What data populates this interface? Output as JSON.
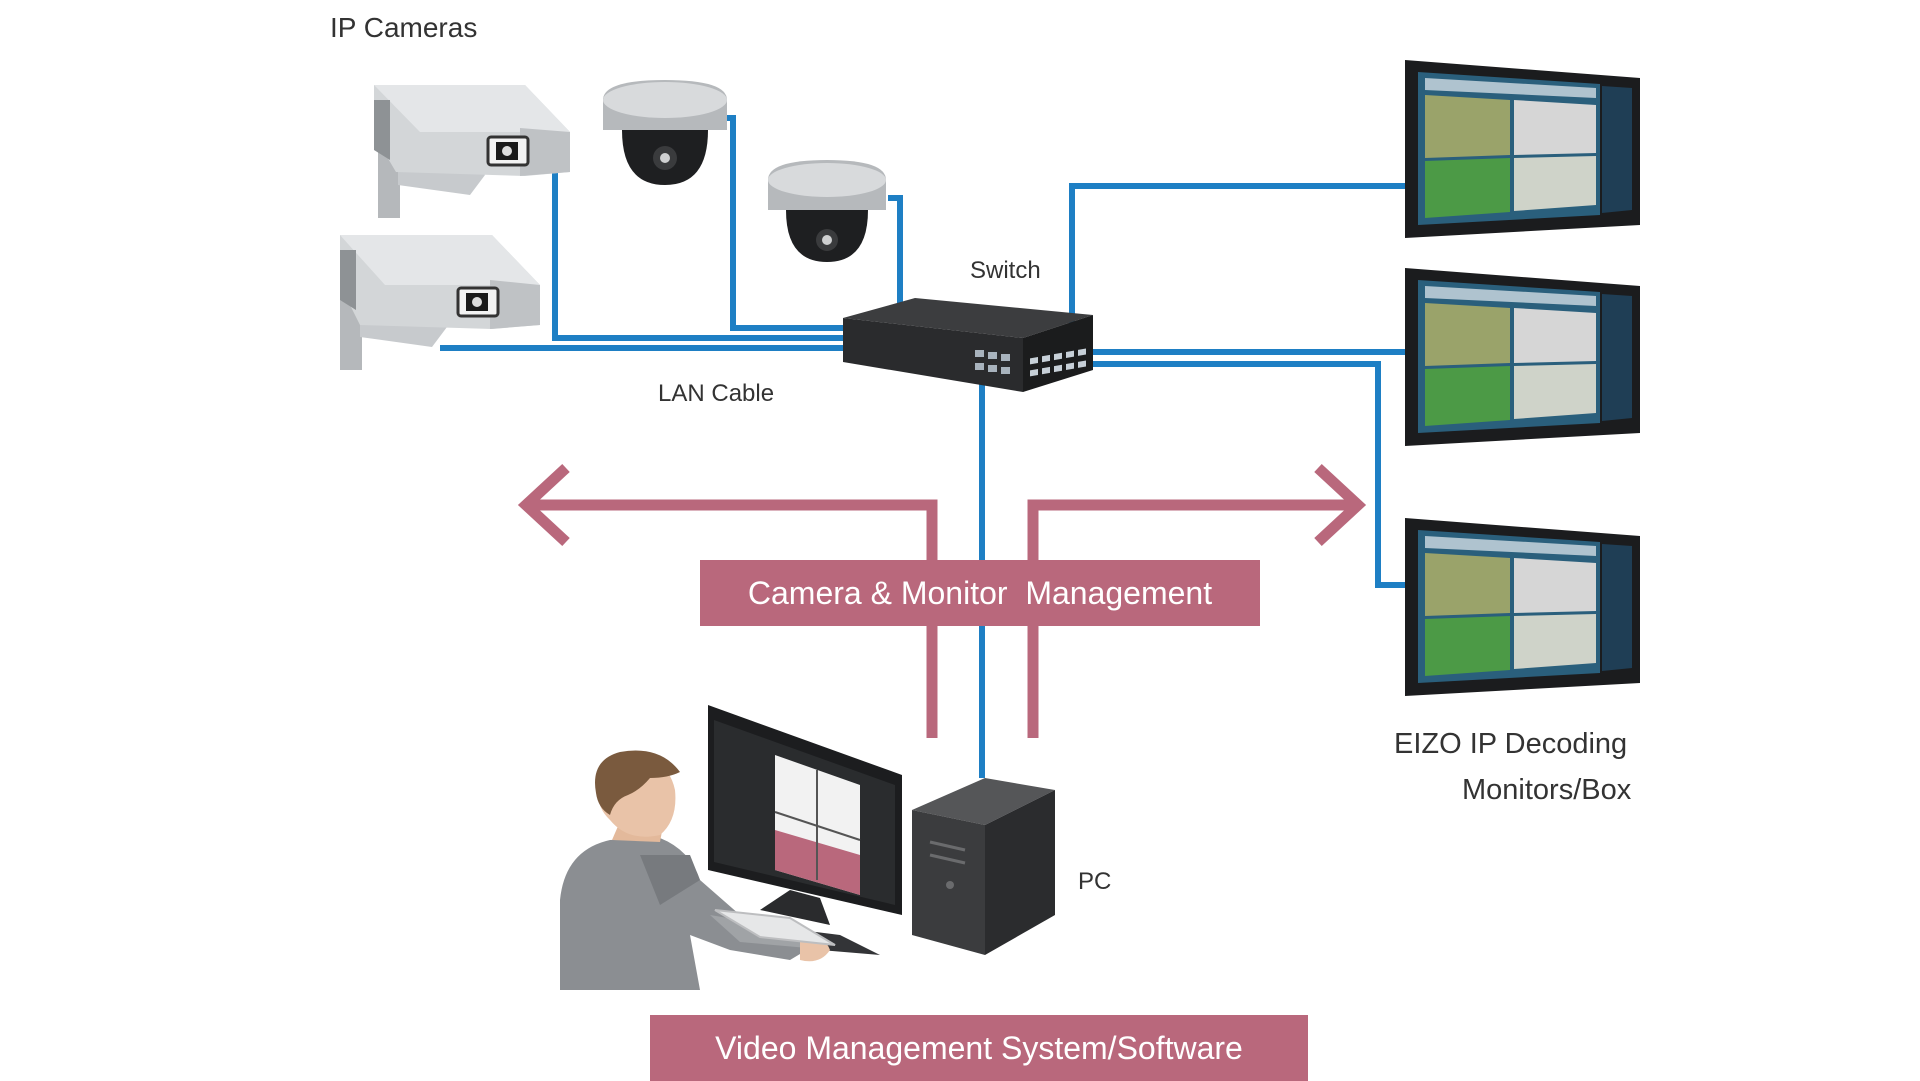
{
  "labels": {
    "ip_cameras": "IP Cameras",
    "switch": "Switch",
    "lan_cable": "LAN Cable",
    "pc": "PC",
    "eizo_line1": "EIZO IP Decoding",
    "eizo_line2": "Monitors/Box"
  },
  "banners": {
    "management": "Camera & Monitor  Management",
    "vms": "Video Management System/Software"
  },
  "colors": {
    "cable": "#1e7fc4",
    "management": "#b9687c",
    "background": "#ffffff"
  },
  "icons": {
    "box_camera_1": "box-camera-icon",
    "box_camera_2": "box-camera-icon",
    "dome_camera_1": "dome-camera-icon",
    "dome_camera_2": "dome-camera-icon",
    "switch": "network-switch-icon",
    "monitors": "decoding-monitor-icon",
    "pc": "pc-tower-icon",
    "operator": "operator-person-icon"
  }
}
